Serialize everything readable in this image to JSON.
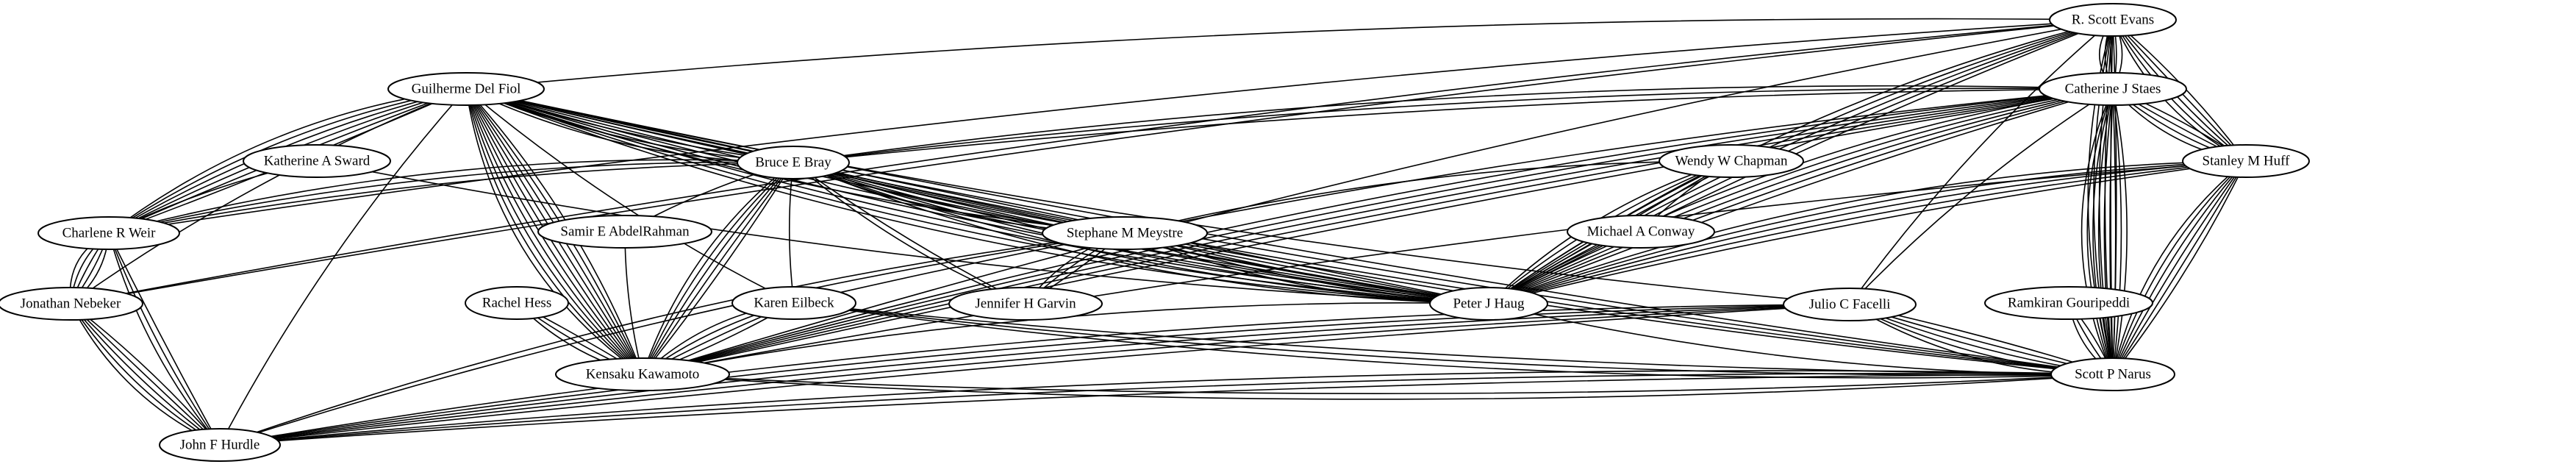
{
  "graph": {
    "colors": {
      "stroke": "#000000",
      "fill": "#ffffff",
      "background": "#ffffff"
    },
    "nodes": [
      {
        "id": "evans",
        "label": "R. Scott Evans"
      },
      {
        "id": "delfiol",
        "label": "Guilherme Del Fiol"
      },
      {
        "id": "staes",
        "label": "Catherine J Staes"
      },
      {
        "id": "sward",
        "label": "Katherine A Sward"
      },
      {
        "id": "bray",
        "label": "Bruce E Bray"
      },
      {
        "id": "chapman",
        "label": "Wendy W Chapman"
      },
      {
        "id": "huff",
        "label": "Stanley M Huff"
      },
      {
        "id": "weir",
        "label": "Charlene R Weir"
      },
      {
        "id": "abdelrahman",
        "label": "Samir E AbdelRahman"
      },
      {
        "id": "meystre",
        "label": "Stephane M Meystre"
      },
      {
        "id": "conway",
        "label": "Michael A Conway"
      },
      {
        "id": "nebeker",
        "label": "Jonathan Nebeker"
      },
      {
        "id": "hess",
        "label": "Rachel Hess"
      },
      {
        "id": "eilbeck",
        "label": "Karen Eilbeck"
      },
      {
        "id": "garvin",
        "label": "Jennifer H Garvin"
      },
      {
        "id": "haug",
        "label": "Peter J Haug"
      },
      {
        "id": "facelli",
        "label": "Julio C Facelli"
      },
      {
        "id": "gouripeddi",
        "label": "Ramkiran Gouripeddi"
      },
      {
        "id": "kawamoto",
        "label": "Kensaku Kawamoto"
      },
      {
        "id": "narus",
        "label": "Scott P Narus"
      },
      {
        "id": "hurdle",
        "label": "John F Hurdle"
      }
    ],
    "edges": [
      {
        "source": "evans",
        "target": "staes",
        "weight": 5
      },
      {
        "source": "evans",
        "target": "huff",
        "weight": 5
      },
      {
        "source": "evans",
        "target": "narus",
        "weight": 6
      },
      {
        "source": "evans",
        "target": "haug",
        "weight": 5
      },
      {
        "source": "evans",
        "target": "delfiol",
        "weight": 1
      },
      {
        "source": "evans",
        "target": "weir",
        "weight": 1
      },
      {
        "source": "evans",
        "target": "nebeker",
        "weight": 2
      },
      {
        "source": "evans",
        "target": "facelli",
        "weight": 1
      },
      {
        "source": "evans",
        "target": "kawamoto",
        "weight": 1
      },
      {
        "source": "delfiol",
        "target": "weir",
        "weight": 6
      },
      {
        "source": "delfiol",
        "target": "nebeker",
        "weight": 1
      },
      {
        "source": "delfiol",
        "target": "hurdle",
        "weight": 1
      },
      {
        "source": "delfiol",
        "target": "kawamoto",
        "weight": 10
      },
      {
        "source": "delfiol",
        "target": "bray",
        "weight": 4
      },
      {
        "source": "delfiol",
        "target": "haug",
        "weight": 8
      },
      {
        "source": "delfiol",
        "target": "narus",
        "weight": 3
      },
      {
        "source": "delfiol",
        "target": "meystre",
        "weight": 1
      },
      {
        "source": "delfiol",
        "target": "eilbeck",
        "weight": 1
      },
      {
        "source": "delfiol",
        "target": "facelli",
        "weight": 1
      },
      {
        "source": "staes",
        "target": "bray",
        "weight": 3
      },
      {
        "source": "staes",
        "target": "huff",
        "weight": 4
      },
      {
        "source": "staes",
        "target": "narus",
        "weight": 9
      },
      {
        "source": "staes",
        "target": "haug",
        "weight": 5
      },
      {
        "source": "staes",
        "target": "kawamoto",
        "weight": 5
      },
      {
        "source": "staes",
        "target": "eilbeck",
        "weight": 1
      },
      {
        "source": "staes",
        "target": "facelli",
        "weight": 1
      },
      {
        "source": "sward",
        "target": "weir",
        "weight": 1
      },
      {
        "source": "sward",
        "target": "haug",
        "weight": 1
      },
      {
        "source": "bray",
        "target": "weir",
        "weight": 3
      },
      {
        "source": "bray",
        "target": "abdelrahman",
        "weight": 1
      },
      {
        "source": "bray",
        "target": "meystre",
        "weight": 3
      },
      {
        "source": "bray",
        "target": "garvin",
        "weight": 2
      },
      {
        "source": "bray",
        "target": "haug",
        "weight": 5
      },
      {
        "source": "bray",
        "target": "kawamoto",
        "weight": 5
      },
      {
        "source": "bray",
        "target": "eilbeck",
        "weight": 1
      },
      {
        "source": "bray",
        "target": "narus",
        "weight": 1
      },
      {
        "source": "chapman",
        "target": "conway",
        "weight": 1
      },
      {
        "source": "chapman",
        "target": "meystre",
        "weight": 1
      },
      {
        "source": "chapman",
        "target": "haug",
        "weight": 4
      },
      {
        "source": "huff",
        "target": "haug",
        "weight": 5
      },
      {
        "source": "huff",
        "target": "narus",
        "weight": 6
      },
      {
        "source": "huff",
        "target": "kawamoto",
        "weight": 1
      },
      {
        "source": "weir",
        "target": "nebeker",
        "weight": 5
      },
      {
        "source": "weir",
        "target": "hurdle",
        "weight": 3
      },
      {
        "source": "abdelrahman",
        "target": "kawamoto",
        "weight": 1
      },
      {
        "source": "meystre",
        "target": "garvin",
        "weight": 3
      },
      {
        "source": "meystre",
        "target": "haug",
        "weight": 3
      },
      {
        "source": "meystre",
        "target": "hurdle",
        "weight": 2
      },
      {
        "source": "nebeker",
        "target": "hurdle",
        "weight": 5
      },
      {
        "source": "hess",
        "target": "kawamoto",
        "weight": 3
      },
      {
        "source": "eilbeck",
        "target": "kawamoto",
        "weight": 4
      },
      {
        "source": "eilbeck",
        "target": "narus",
        "weight": 3
      },
      {
        "source": "haug",
        "target": "narus",
        "weight": 1
      },
      {
        "source": "haug",
        "target": "kawamoto",
        "weight": 1
      },
      {
        "source": "facelli",
        "target": "narus",
        "weight": 5
      },
      {
        "source": "facelli",
        "target": "hurdle",
        "weight": 5
      },
      {
        "source": "gouripeddi",
        "target": "narus",
        "weight": 3
      },
      {
        "source": "narus",
        "target": "hurdle",
        "weight": 3
      },
      {
        "source": "kawamoto",
        "target": "narus",
        "weight": 2
      }
    ]
  }
}
